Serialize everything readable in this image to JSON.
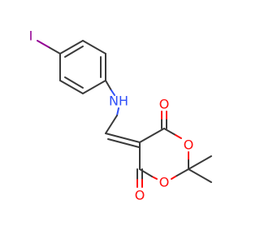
{
  "molecule": {
    "atoms": {
      "iodine": {
        "label": "I",
        "color": "#940094"
      },
      "amine": {
        "label": "NH",
        "color": "#3050f8"
      },
      "carbonyl_oxygen_top": {
        "label": "O",
        "color": "#ff0d0d"
      },
      "carbonyl_oxygen_bottom": {
        "label": "O",
        "color": "#ff0d0d"
      },
      "ring_oxygen_top": {
        "label": "O",
        "color": "#ff0d0d"
      },
      "ring_oxygen_bottom": {
        "label": "O",
        "color": "#ff0d0d"
      }
    },
    "colors": {
      "bond": "#3a3a3a",
      "background": "#ffffff"
    }
  }
}
